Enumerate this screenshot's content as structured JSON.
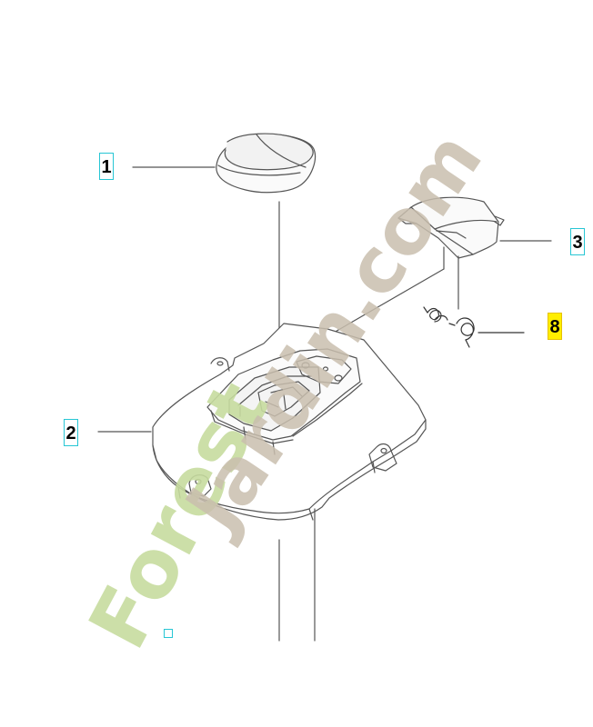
{
  "callouts": {
    "c1": "1",
    "c2": "2",
    "c3": "3",
    "c8": "8",
    "c_bottom": ""
  },
  "watermark": {
    "forest": "Forest",
    "jardin": "Jardin.com"
  },
  "colors": {
    "line": "#555555",
    "callout_border": "#27c6d4",
    "highlight": "#ffee00",
    "watermark_forest": "#c6dc9e",
    "watermark_jardin": "#c9beae"
  }
}
